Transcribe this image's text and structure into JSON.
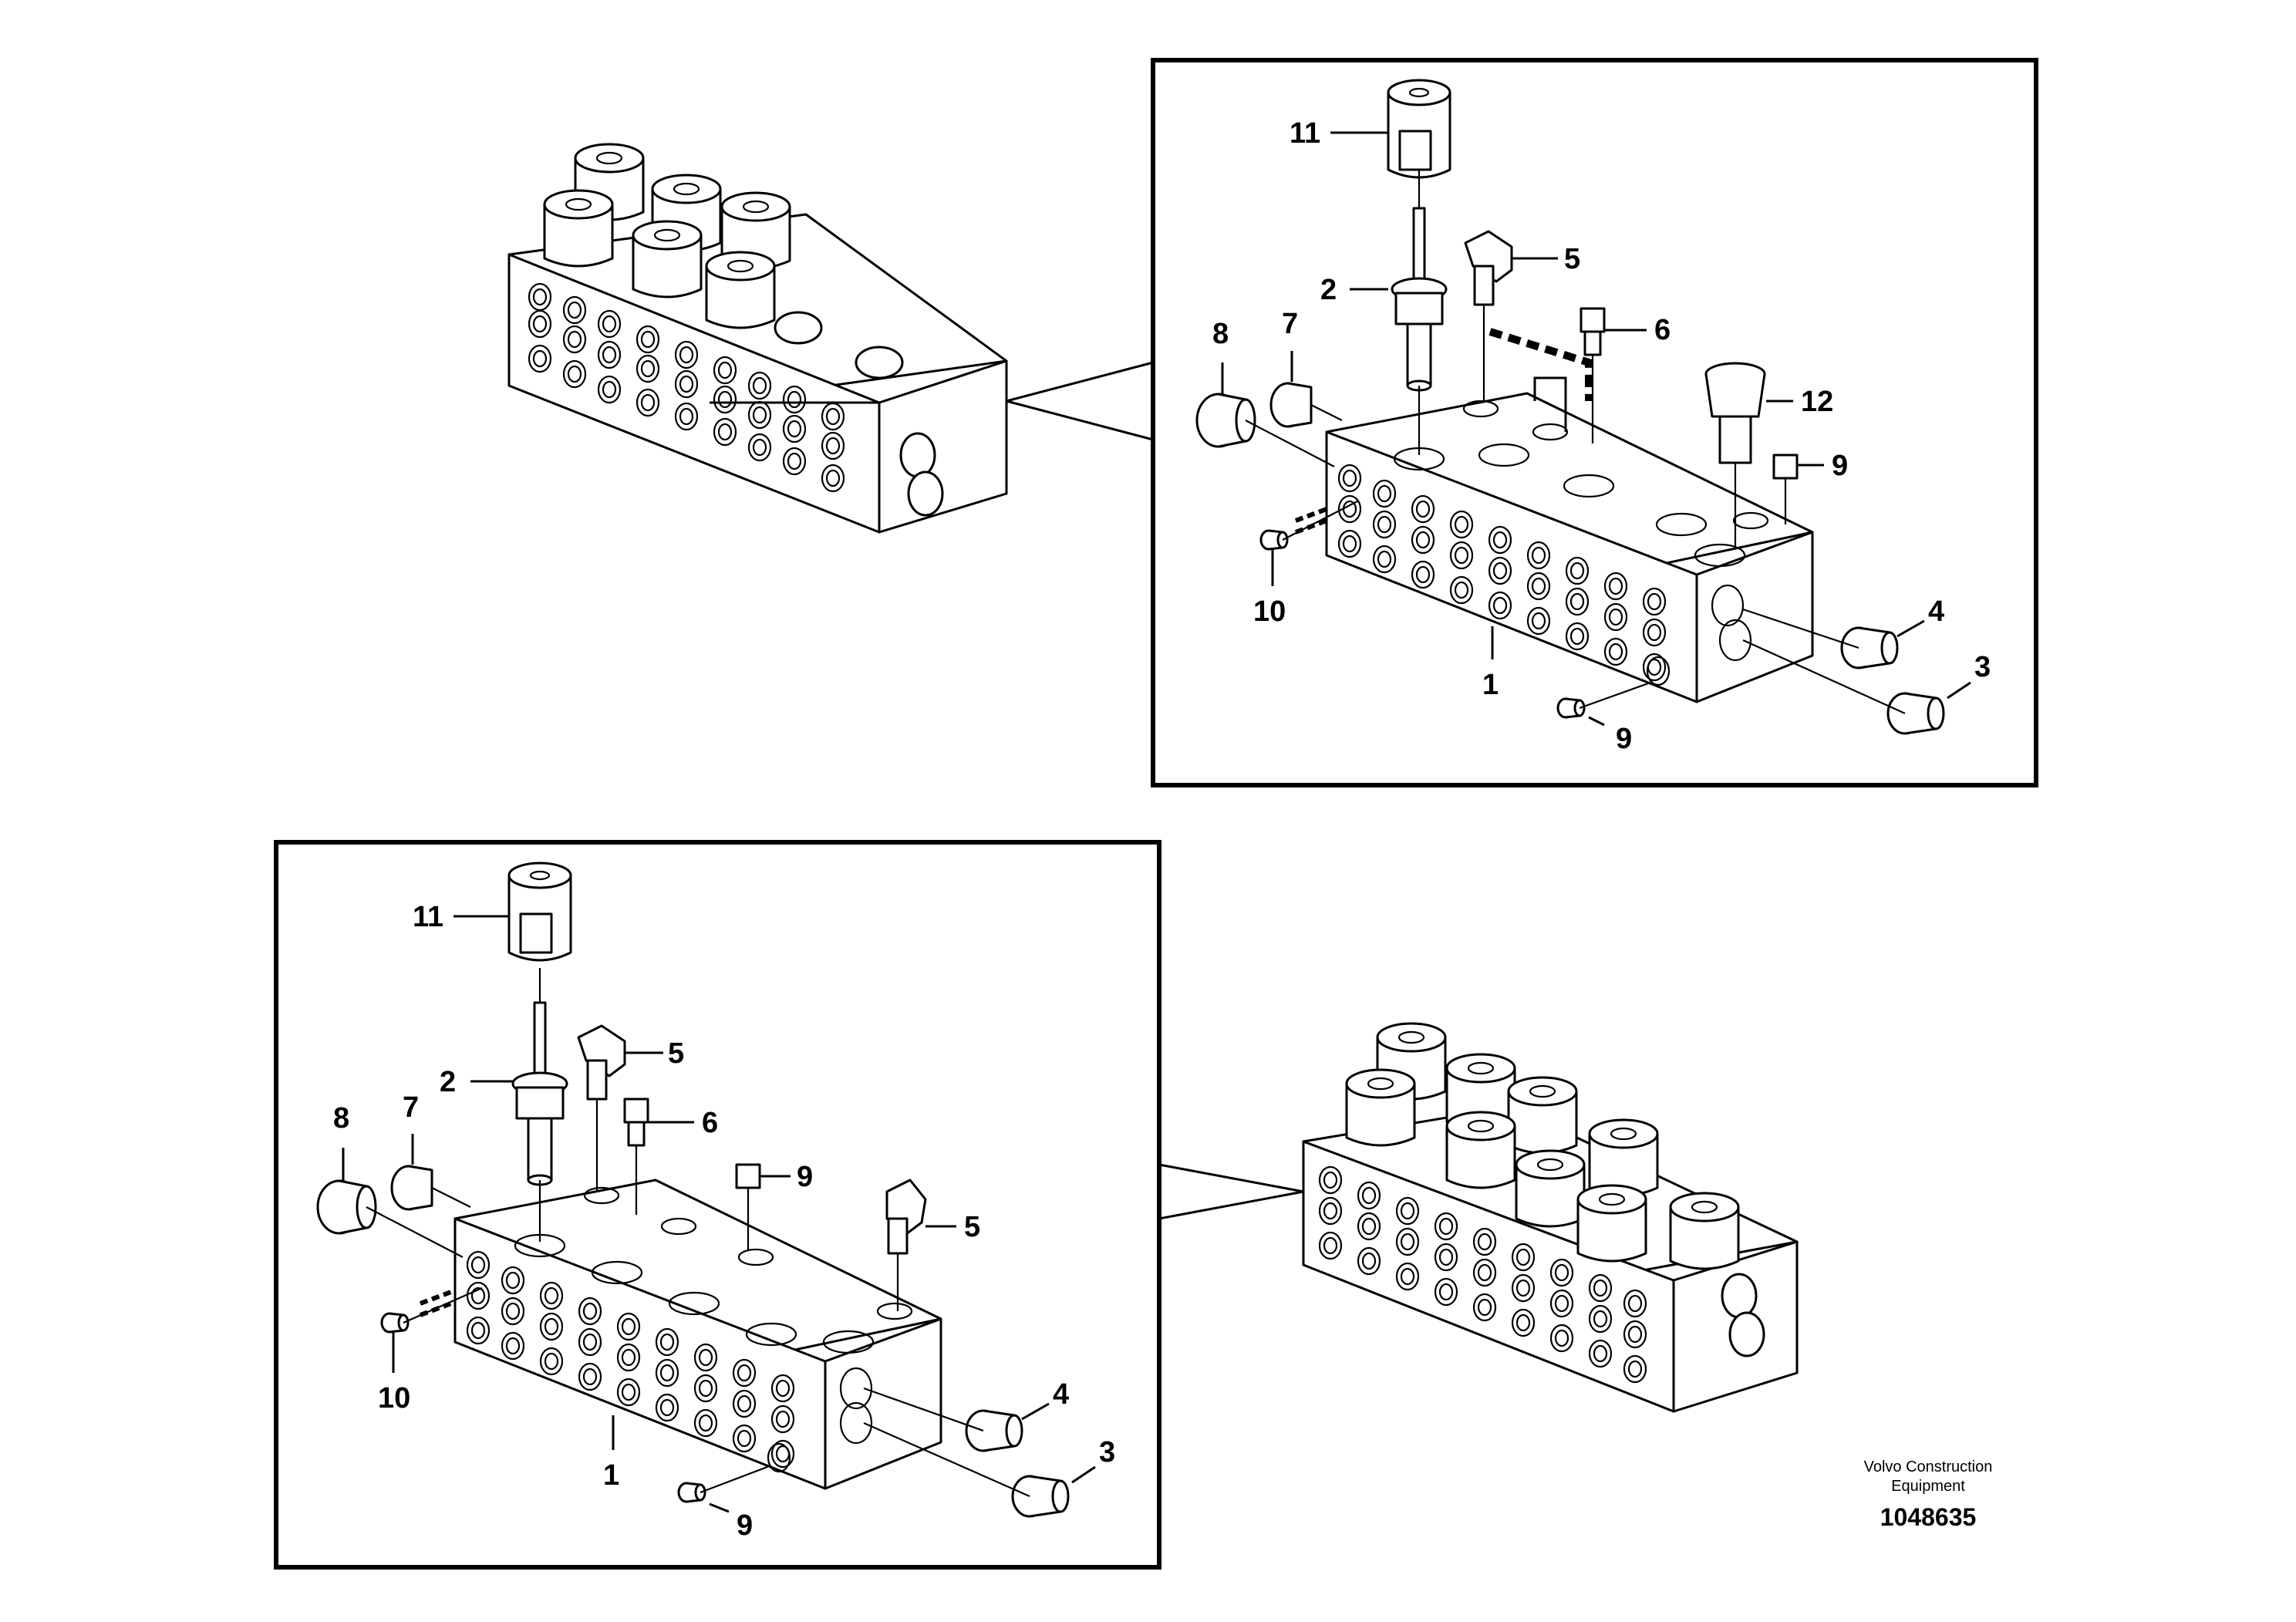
{
  "figure": {
    "publisher_line1": "Volvo Construction",
    "publisher_line2": "Equipment",
    "document_number": "1048635"
  },
  "top_detail": {
    "callouts": {
      "c1": "1",
      "c2": "2",
      "c3": "3",
      "c4": "4",
      "c5": "5",
      "c6": "6",
      "c7": "7",
      "c8": "8",
      "c9a": "9",
      "c9b": "9",
      "c10": "10",
      "c11": "11",
      "c12": "12"
    }
  },
  "bottom_detail": {
    "callouts": {
      "c1": "1",
      "c2": "2",
      "c3": "3",
      "c4": "4",
      "c5a": "5",
      "c5b": "5",
      "c6": "6",
      "c7": "7",
      "c8": "8",
      "c9a": "9",
      "c9b": "9",
      "c10": "10",
      "c11": "11"
    }
  },
  "colors": {
    "ink": "#000000",
    "paper": "#ffffff"
  }
}
